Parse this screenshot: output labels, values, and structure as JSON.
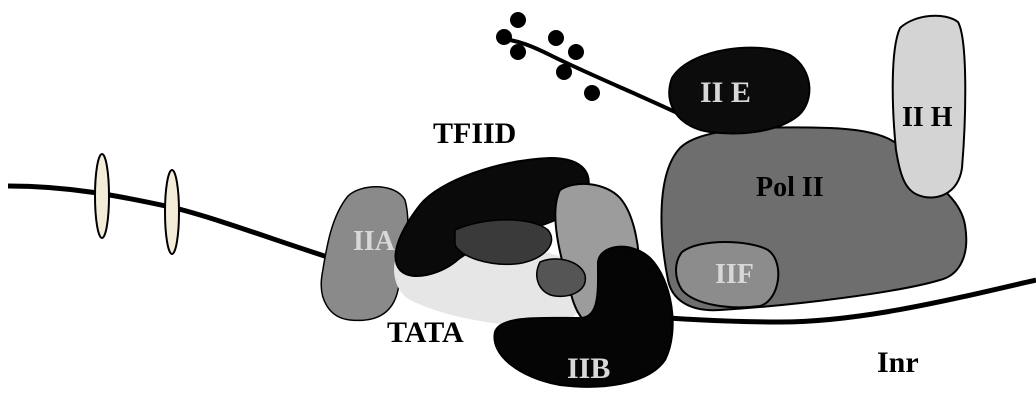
{
  "labels": {
    "tfiid": "TFIID",
    "iia": "IIA",
    "iie": "II E",
    "iih": "II H",
    "pol_ii": "Pol II",
    "iif": "IIF",
    "tata": "TATA",
    "iib": "IIB",
    "inr": "Inr"
  },
  "colors": {
    "dna": "#000000",
    "tfiid": "#0a0a0a",
    "iia": "#8a8a8a",
    "iie": "#0c0c0c",
    "iih": "#d4d4d4",
    "pol_ii": "#6e6e6e",
    "iif": "#8c8c8c",
    "iib": "#050505",
    "tata_box_light": "#e6e6e6",
    "ctd_dots": "#000000"
  }
}
